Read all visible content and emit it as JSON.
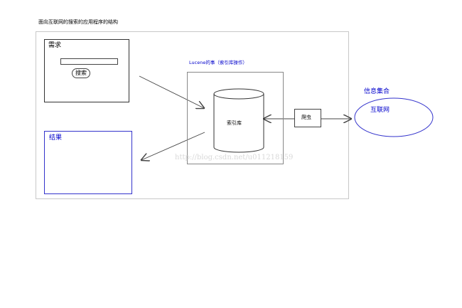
{
  "title": "面向互联网的搜索的应用程序的结构",
  "requirement": {
    "label": "需求",
    "search_button": "搜索",
    "query_value": ""
  },
  "result": {
    "label": "结果"
  },
  "lucene": {
    "label": "Lucene的事（索引库操作）",
    "index_label": "索引库"
  },
  "crawler": {
    "label": "爬虫"
  },
  "info_collection": {
    "label": "信息集合",
    "internet_label": "互联网"
  },
  "watermark": "http://blog.csdn.net/u011218159",
  "colors": {
    "accent_text": "#0000cc",
    "result_border": "#3333cc",
    "internet_ellipse": "#3333cc",
    "line": "#444444",
    "watermark": "#d9d9d9"
  }
}
